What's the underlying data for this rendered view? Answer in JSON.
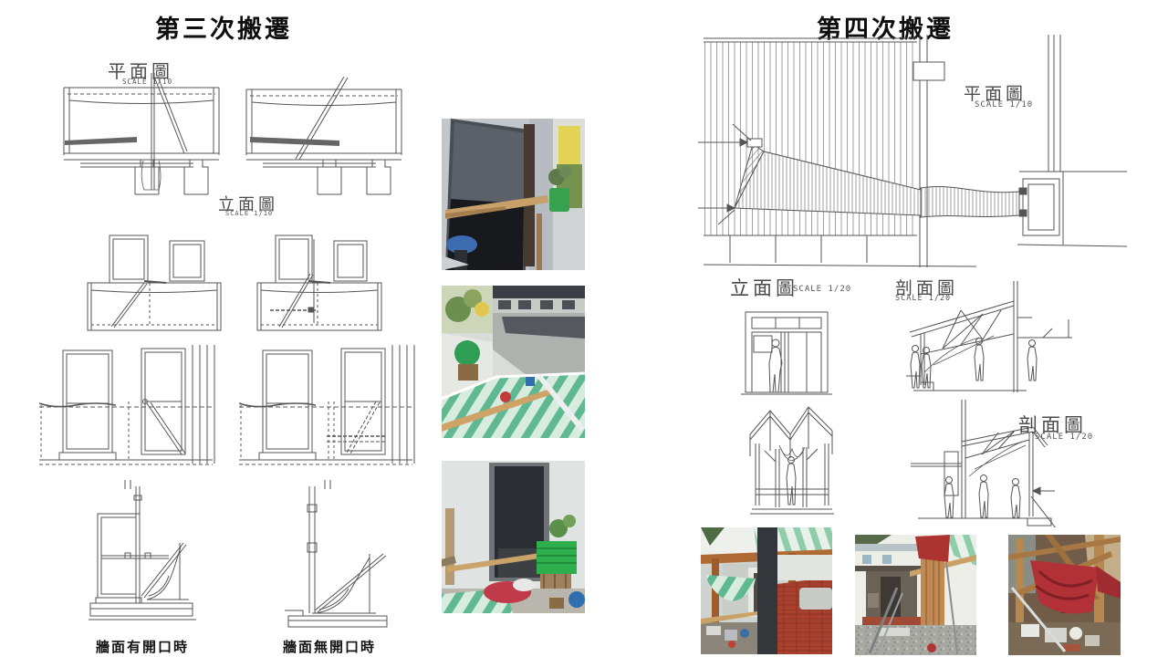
{
  "left": {
    "title": "第三次搬遷",
    "plan": {
      "label": "平面圖",
      "scale": "SCALE 1/10"
    },
    "elevation": {
      "label": "立面圖",
      "scale": "SCALE 1/10"
    },
    "captions": {
      "with_opening": "牆面有開口時",
      "without_opening": "牆面無開口時"
    }
  },
  "right": {
    "title": "第四次搬遷",
    "plan": {
      "label": "平面圖",
      "scale": "SCALE 1/10"
    },
    "elevation": {
      "label": "立面圖",
      "scale": "SCALE 1/20"
    },
    "section_top": {
      "label": "剖面圖",
      "scale": "SCALE 1/20"
    },
    "section_bottom": {
      "label": "剖面圖",
      "scale": "SCALE 1/20"
    }
  },
  "colors": {
    "ink": "#4d4d4d",
    "title_text": "#0e0e0e",
    "tarp_green": "#5fb890",
    "tarp_red": "#b23136",
    "wood": "#c49a62"
  }
}
